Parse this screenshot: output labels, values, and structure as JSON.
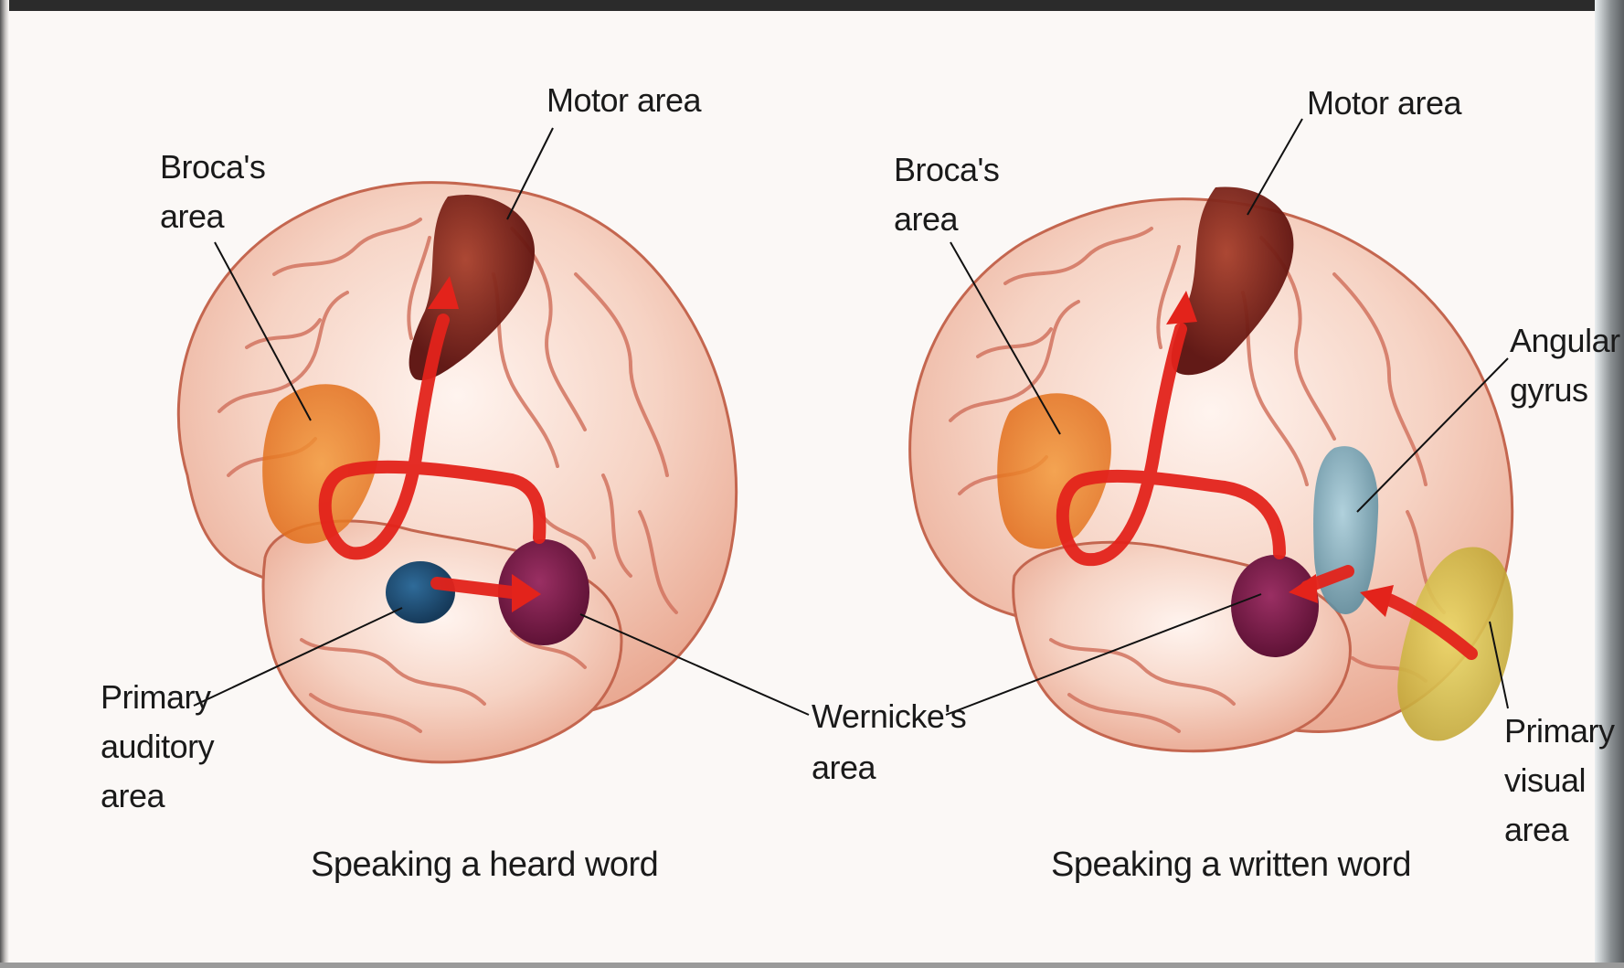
{
  "left_panel": {
    "caption": "Speaking a heard word",
    "labels": {
      "motor": "Motor area",
      "broca_1": "Broca's",
      "broca_2": "area",
      "auditory_1": "Primary",
      "auditory_2": "auditory",
      "auditory_3": "area"
    }
  },
  "shared": {
    "wernicke_1": "Wernicke's",
    "wernicke_2": "area"
  },
  "right_panel": {
    "caption": "Speaking a written word",
    "labels": {
      "motor": "Motor area",
      "broca_1": "Broca's",
      "broca_2": "area",
      "angular_1": "Angular",
      "angular_2": "gyrus",
      "visual_1": "Primary",
      "visual_2": "visual",
      "visual_3": "area"
    }
  },
  "colors": {
    "brain_fill": "#f3c2b0",
    "gyrus_line": "#d0705d",
    "pathway": "#e3231b",
    "motor_area": "#7a1712",
    "broca_area": "#f07a1e",
    "auditory_area": "#1f4f7a",
    "wernicke_area": "#7d1c4b",
    "angular_gyrus": "#7fa7b7",
    "visual_area": "#d8c24a"
  }
}
